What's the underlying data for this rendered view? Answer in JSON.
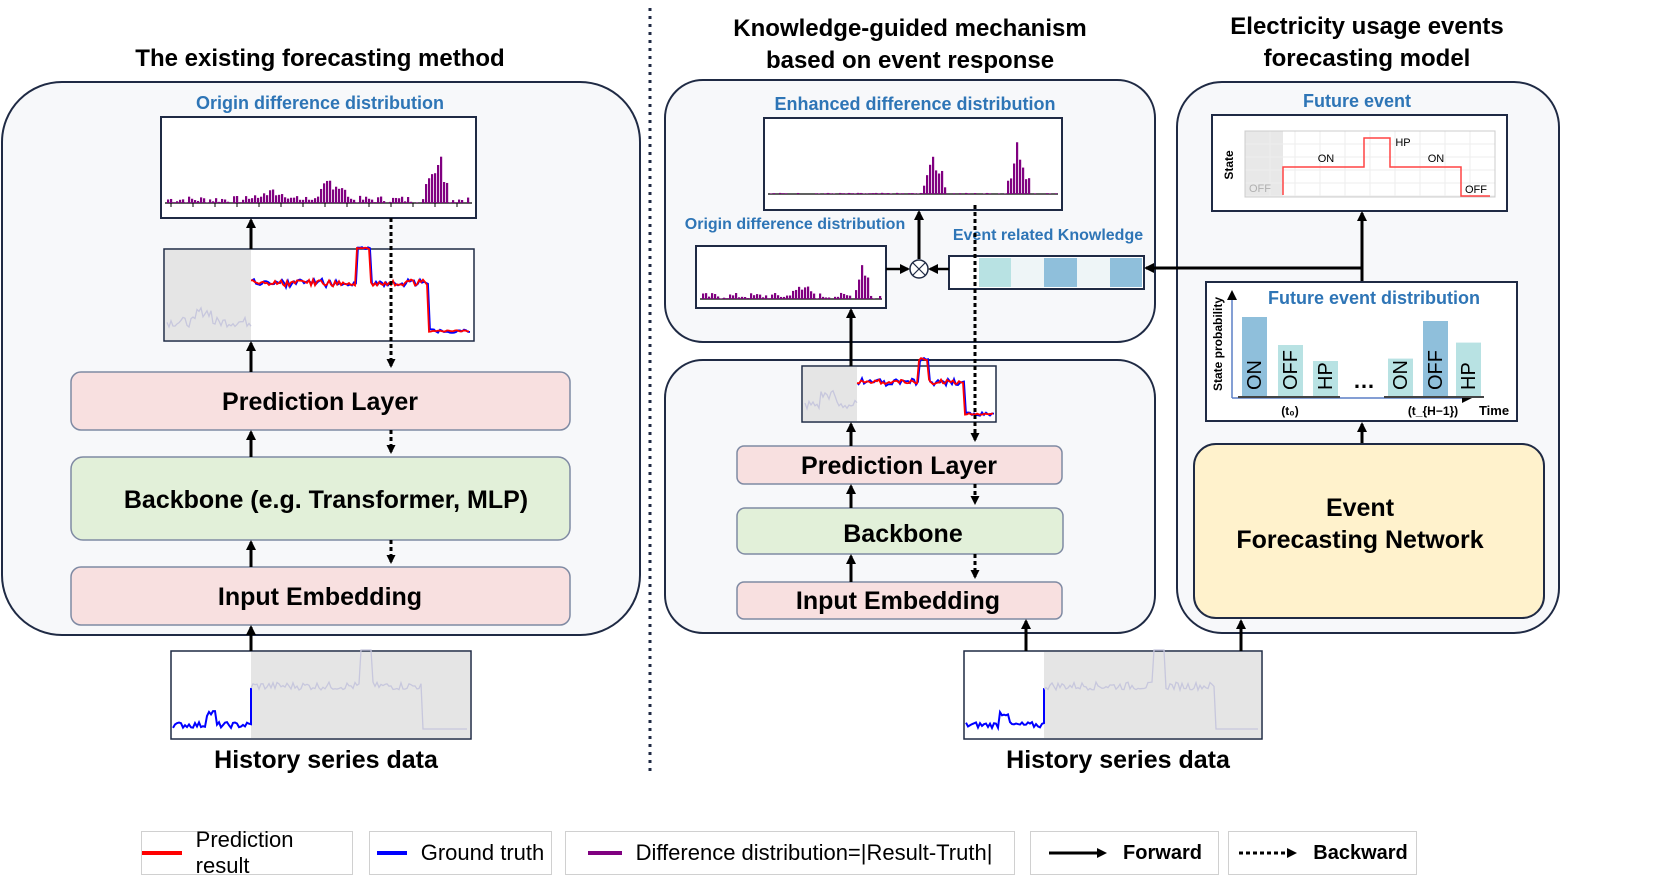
{
  "left_panel": {
    "title": "The existing forecasting method",
    "dist_title": "Origin difference distribution",
    "prediction_layer": "Prediction Layer",
    "backbone": "Backbone (e.g. Transformer, MLP)",
    "input_embedding": "Input Embedding",
    "history_label": "History series data"
  },
  "middle_panel": {
    "title_line1": "Knowledge-guided mechanism",
    "title_line2": "based on event response",
    "enhanced_title": "Enhanced difference distribution",
    "origin_title": "Origin difference distribution",
    "knowledge_title": "Event related Knowledge",
    "prediction_layer": "Prediction Layer",
    "backbone": "Backbone",
    "input_embedding": "Input Embedding",
    "history_label": "History series data"
  },
  "right_panel": {
    "title_line1": "Electricity usage events",
    "title_line2": "forecasting model",
    "future_event_title": "Future event",
    "state_axis": "State",
    "states": [
      "OFF",
      "ON",
      "HP",
      "ON",
      "OFF"
    ],
    "future_dist_title": "Future event distribution",
    "prob_axis": "State probability",
    "time_axis": "Time",
    "bar_labels": [
      "ON",
      "OFF",
      "HP",
      "ON",
      "OFF",
      "HP"
    ],
    "bar_values": [
      1.0,
      0.65,
      0.45,
      0.48,
      0.95,
      0.68
    ],
    "ellipsis": "…",
    "t0": "(t₀)",
    "th": "(t_{H−1})",
    "network_line1": "Event",
    "network_line2": "Forecasting Network"
  },
  "legend": {
    "prediction": "Prediction result",
    "truth": "Ground truth",
    "difference": "Difference distribution=|Result-Truth|",
    "forward": "Forward",
    "backward": "Backward"
  },
  "colors": {
    "prediction": "#ff0000",
    "truth": "#0000ff",
    "difference": "#800080",
    "title_blue": "#2e75b6",
    "pink_block": "#f8e0e0",
    "green_block": "#e2f0d9",
    "yellow_block": "#fff2cc",
    "teal_bar": "#b8e2e3",
    "blue_bar": "#8fbfdb",
    "panel_bg": "#f7f8fa"
  }
}
